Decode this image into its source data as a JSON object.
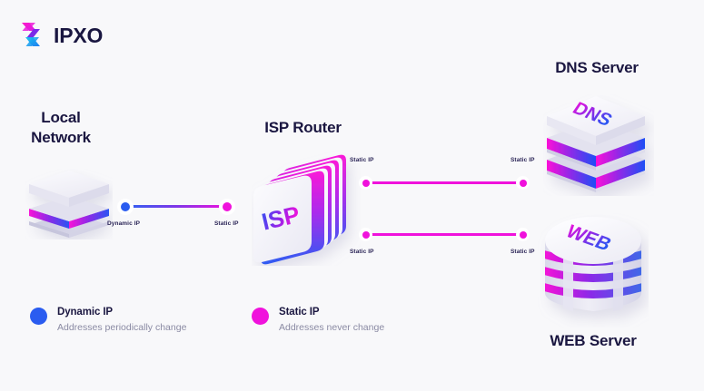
{
  "brand": {
    "name": "IPXO",
    "logo_icon": "ipxo-chevron-logo",
    "color_pink": "#F012DC",
    "color_blue": "#2A5CF0",
    "color_purple": "#7C37E8",
    "text_color": "#191640",
    "background": "#F8F8FA"
  },
  "nodes": {
    "local_network": {
      "title": "Local\nNetwork",
      "icon": "isometric-stack-icon"
    },
    "isp_router": {
      "title": "ISP Router",
      "icon": "isp-cube-icon",
      "face_label": "ISP"
    },
    "dns_server": {
      "title": "DNS Server",
      "icon": "server-stack-icon",
      "face_label": "DNS"
    },
    "web_server": {
      "title": "WEB Server",
      "icon": "database-cylinder-icon",
      "face_label": "WEB"
    }
  },
  "connections": [
    {
      "id": "local-to-isp",
      "from_label": "Dynamic IP",
      "to_label": "Static IP",
      "style": "gradient-blue-to-pink"
    },
    {
      "id": "isp-to-dns",
      "from_label": "Static IP",
      "to_label": "Static IP",
      "style": "pink"
    },
    {
      "id": "isp-to-web",
      "from_label": "Static IP",
      "to_label": "Static IP",
      "style": "pink"
    }
  ],
  "legend": [
    {
      "label": "Dynamic IP",
      "description": "Addresses periodically change",
      "color": "#2A5CF0",
      "swatch": "blue"
    },
    {
      "label": "Static IP",
      "description": "Addresses never change",
      "color": "#F012DC",
      "swatch": "pink"
    }
  ]
}
